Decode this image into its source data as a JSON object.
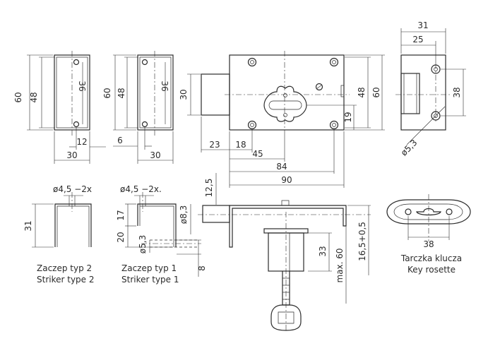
{
  "dims": {
    "d60": "60",
    "d48": "48",
    "d36": "36",
    "d30": "30",
    "d12": "12",
    "d6": "6",
    "d23": "23",
    "d18": "18",
    "d45": "45",
    "d84": "84",
    "d90": "90",
    "d19": "19",
    "d31": "31",
    "d25": "25",
    "d38": "38",
    "d53": "ø5,3",
    "d12_5": "12,5",
    "d17": "17",
    "d20": "20",
    "d8": "8",
    "d83": "ø8,3",
    "d53b": "ø5,3",
    "d33": "33",
    "dmax60": "max. 60",
    "d165": "16,5+0,5"
  },
  "holes": {
    "type2": "ø4,5  −2x",
    "type1": "ø4,5  −2x."
  },
  "captions": {
    "striker2_pl": "Zaczep typ 2",
    "striker2_en": "Striker type 2",
    "striker1_pl": "Zaczep typ 1",
    "striker1_en": "Striker type 1",
    "rosette_pl": "Tarczka klucza",
    "rosette_en": "Key rosette"
  }
}
